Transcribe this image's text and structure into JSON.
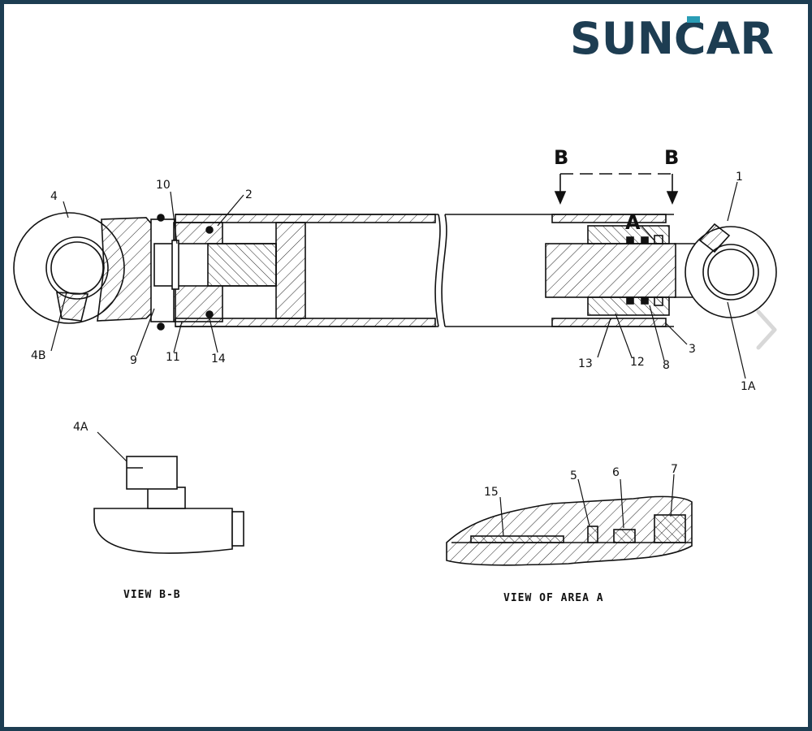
{
  "brand": {
    "name": "SUNCAR"
  },
  "labels": {
    "l1": "1",
    "l1a": "1A",
    "l2": "2",
    "l3": "3",
    "l4": "4",
    "l4a": "4A",
    "l4b": "4B",
    "l5": "5",
    "l6": "6",
    "l7": "7",
    "l8": "8",
    "l9": "9",
    "l10": "10",
    "l11": "11",
    "l12": "12",
    "l13": "13",
    "l14": "14",
    "l15": "15",
    "sectionA": "A",
    "sectionB": "B"
  },
  "captions": {
    "viewBB": "VIEW B-B",
    "viewA": "VIEW OF AREA A"
  },
  "colors": {
    "frame": "#1d3d52",
    "accent": "#2a9db5",
    "ink": "#111111"
  },
  "icons": {
    "next": "chevron-right-icon"
  }
}
